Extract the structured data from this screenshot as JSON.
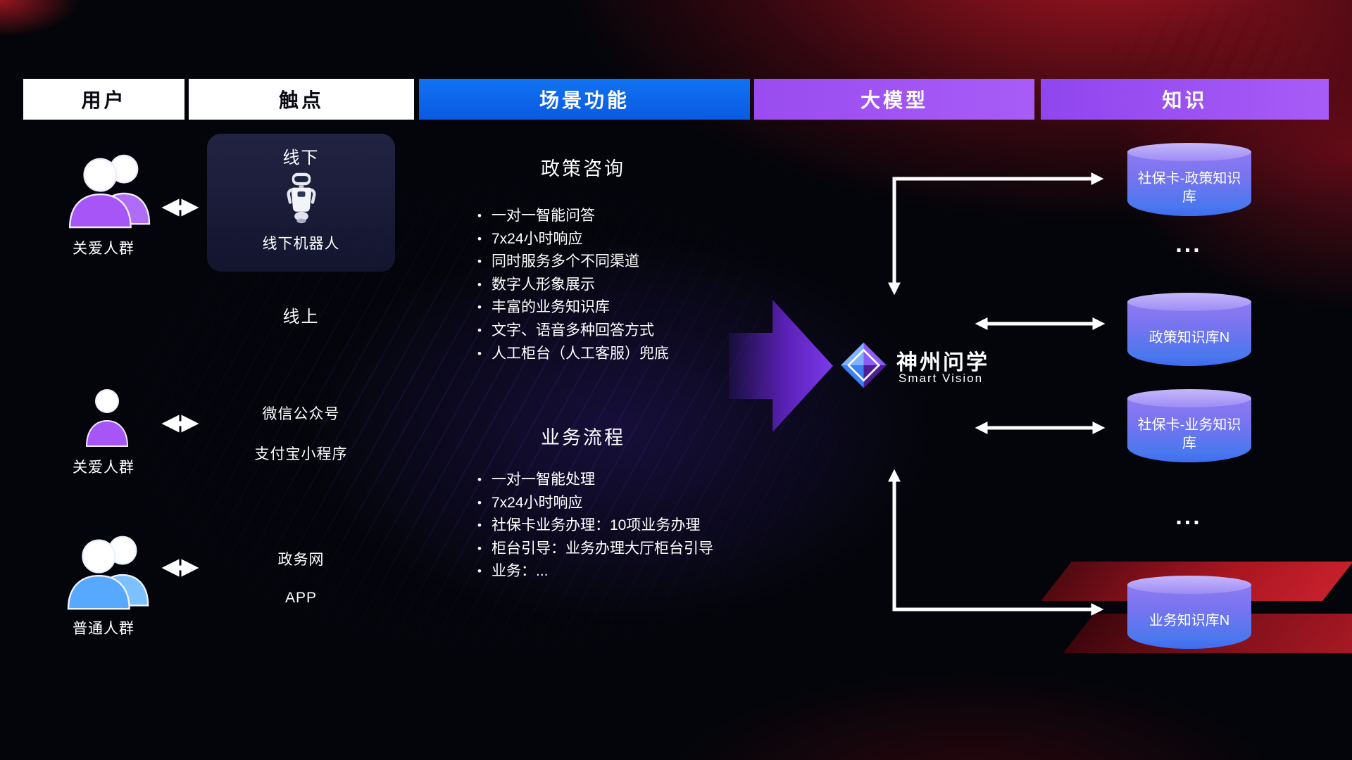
{
  "header": {
    "user": "用户",
    "touchpoint": "触点",
    "scenario": "场景功能",
    "model": "大模型",
    "knowledge": "知识"
  },
  "users": {
    "group1_label": "关爱人群",
    "group2_label": "关爱人群",
    "group3_label": "普通人群"
  },
  "touchpoints": {
    "offline_title": "线下",
    "offline_robot": "线下机器人",
    "online_title": "线上",
    "wechat": "微信公众号",
    "alipay": "支付宝小程序",
    "gov": "政务网",
    "app": "APP"
  },
  "scenario": {
    "policy": {
      "title": "政策咨询",
      "items": [
        "一对一智能问答",
        "7x24小时响应",
        "同时服务多个不同渠道",
        "数字人形象展示",
        "丰富的业务知识库",
        "文字、语音多种回答方式",
        "人工柜台（人工客服）兜底"
      ]
    },
    "business": {
      "title": "业务流程",
      "items": [
        "一对一智能处理",
        "7x24小时响应",
        "社保卡业务办理：10项业务办理",
        "柜台引导：业务办理大厅柜台引导",
        "业务：..."
      ]
    }
  },
  "model": {
    "name": "神州问学",
    "subtitle": "Smart Vision"
  },
  "knowledge": {
    "db1": "社保卡-政策知识库",
    "ellipsis1": "...",
    "db2": "政策知识库N",
    "db3": "社保卡-业务知识库",
    "ellipsis2": "...",
    "db4": "业务知识库N"
  },
  "icons": {
    "group_purple": "users-group-icon",
    "person_purple": "user-icon",
    "group_blue": "users-group-icon",
    "robot": "robot-icon",
    "logo": "diamond-logo-icon",
    "database": "database-cylinder-icon",
    "arrows": "double-arrow-icon"
  },
  "colors": {
    "header_blue": "#0b63f0",
    "header_purple": "#a24df5",
    "accent_purple": "#7c3aed",
    "cylinder_top": "#c6b7fb",
    "cylinder_bottom": "#3f6cf0",
    "user_purple": "#a855f7",
    "user_blue": "#57a8ff",
    "bg_red": "#c01824",
    "arrow_white": "#ffffff"
  }
}
